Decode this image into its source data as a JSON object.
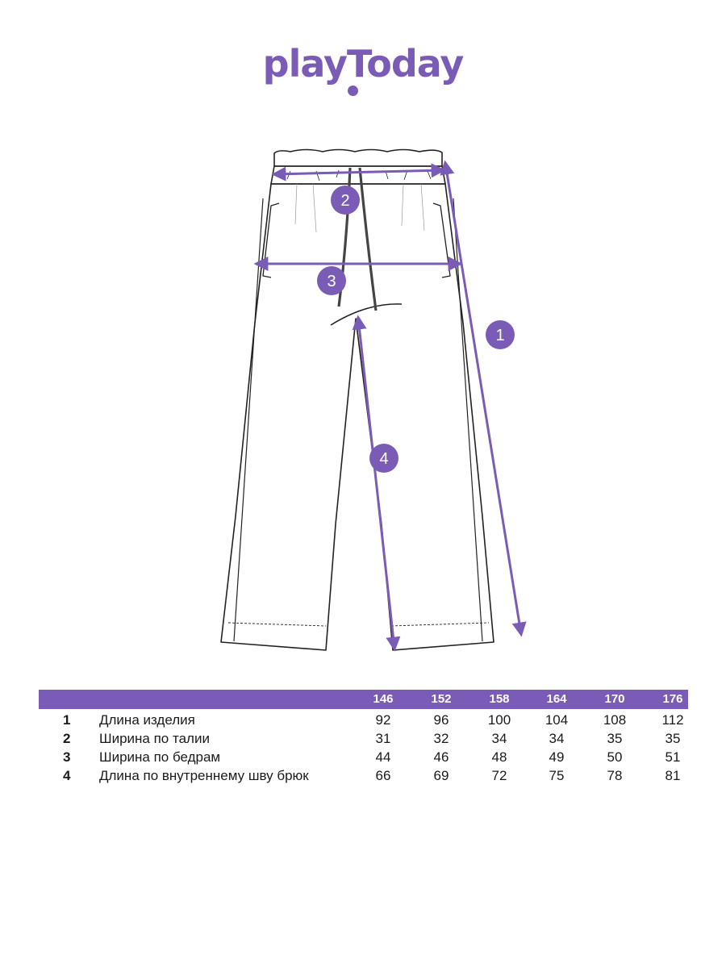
{
  "brand": {
    "logo_text": "playToday",
    "accent": "#7a5bb5"
  },
  "markers": [
    {
      "id": "1",
      "meaning": "Длина изделия"
    },
    {
      "id": "2",
      "meaning": "Ширина по талии"
    },
    {
      "id": "3",
      "meaning": "Ширина по бедрам"
    },
    {
      "id": "4",
      "meaning": "Длина по внутреннему шву брюк"
    }
  ],
  "size_table": {
    "sizes": [
      "146",
      "152",
      "158",
      "164",
      "170",
      "176"
    ],
    "rows": [
      {
        "num": "1",
        "label": "Длина изделия",
        "values": [
          "92",
          "96",
          "100",
          "104",
          "108",
          "112"
        ]
      },
      {
        "num": "2",
        "label": "Ширина по талии",
        "values": [
          "31",
          "32",
          "34",
          "34",
          "35",
          "35"
        ]
      },
      {
        "num": "3",
        "label": "Ширина по бедрам",
        "values": [
          "44",
          "46",
          "48",
          "49",
          "50",
          "51"
        ]
      },
      {
        "num": "4",
        "label": "Длина по внутреннему шву брюк",
        "values": [
          "66",
          "69",
          "72",
          "75",
          "78",
          "81"
        ]
      }
    ]
  }
}
